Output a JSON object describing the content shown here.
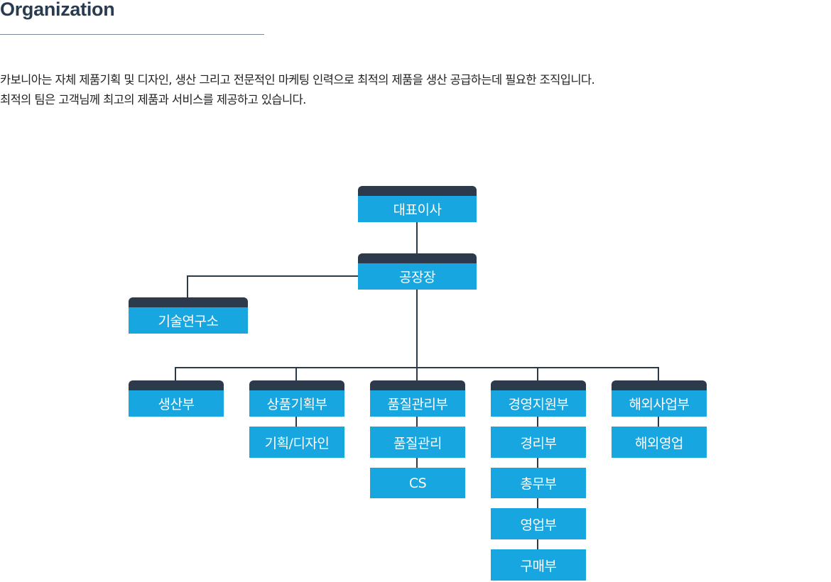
{
  "header": {
    "title": "Organization",
    "intro_line1": "카보니아는 자체 제품기획 및 디자인, 생산 그리고 전문적인 마케팅 인력으로 최적의 제품을 생산 공급하는데 필요한 조직입니다.",
    "intro_line2": "최적의 팀은 고객님께 최고의 제품과 서비스를 제공하고 있습니다."
  },
  "org": {
    "ceo": "대표이사",
    "plant_manager": "공장장",
    "research_lab": "기술연구소",
    "departments": [
      {
        "name": "생산부",
        "teams": []
      },
      {
        "name": "상품기획부",
        "teams": [
          "기획/디자인"
        ]
      },
      {
        "name": "품질관리부",
        "teams": [
          "품질관리",
          "CS"
        ]
      },
      {
        "name": "경영지원부",
        "teams": [
          "경리부",
          "총무부",
          "영업부",
          "구매부"
        ]
      },
      {
        "name": "해외사업부",
        "teams": [
          "해외영업"
        ]
      }
    ]
  },
  "colors": {
    "box": "#17a6df",
    "cap": "#2c3a4c",
    "line": "#2d3a4a",
    "title": "#283b50"
  }
}
